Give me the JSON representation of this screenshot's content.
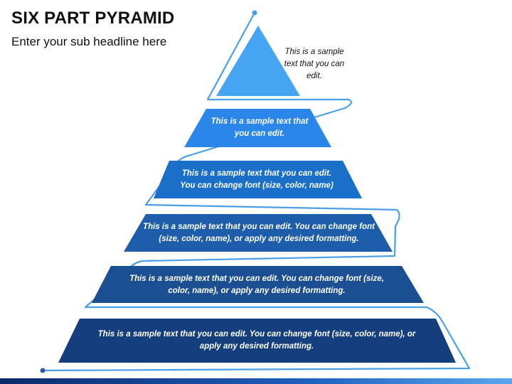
{
  "header": {
    "title": "SIX PART PYRAMID",
    "subtitle": "Enter your sub headline here"
  },
  "pyramid": {
    "tiers": [
      {
        "text": "This is a sample text that you can edit.",
        "color": "#46a4f2"
      },
      {
        "text": "This is a sample text that you can edit.",
        "color": "#2a86e8"
      },
      {
        "text": "This is a sample text that you can edit. You can change font (size, color, name)",
        "color": "#1a6fc9"
      },
      {
        "text": "This is a sample text that you can edit. You can change font (size, color, name), or apply any desired formatting.",
        "color": "#1d5da9"
      },
      {
        "text": "This is a sample text that you can edit. You can change font (size, color, name), or apply any desired formatting.",
        "color": "#1b4f92"
      },
      {
        "text": "This is a sample text that you can edit. You can change font (size, color, name), or apply any desired formatting.",
        "color": "#143f7c"
      }
    ],
    "outline_color": "#4a9fe8"
  }
}
